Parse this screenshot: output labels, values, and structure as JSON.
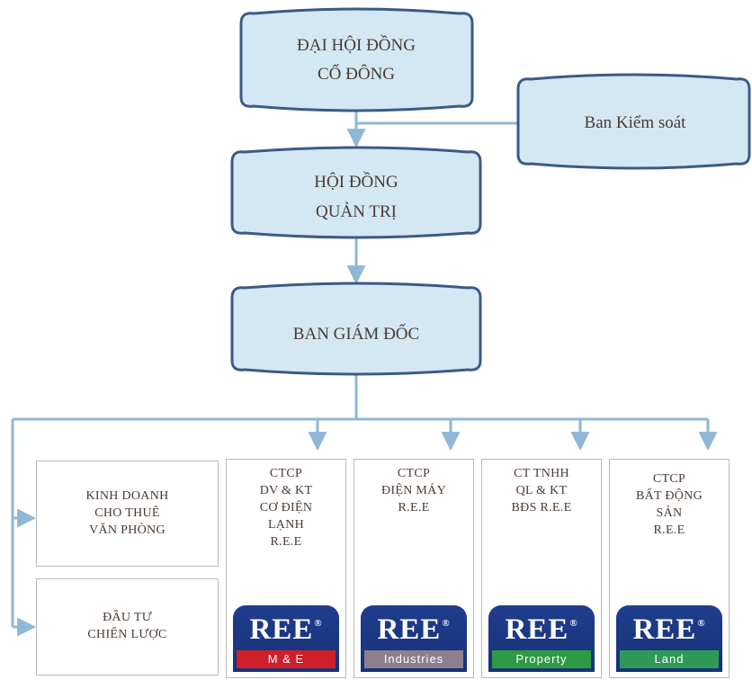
{
  "top_box": {
    "lines": [
      "ĐẠI HỘI ĐỒNG",
      "CỔ ĐÔNG"
    ]
  },
  "supervisory": {
    "label": "Ban Kiểm soát"
  },
  "board": {
    "lines": [
      "HỘI ĐỒNG",
      "QUẢN TRỊ"
    ]
  },
  "management": {
    "label": "BAN GIÁM ĐỐC"
  },
  "side_units": [
    {
      "lines": [
        "KINH DOANH",
        "CHO THUÊ",
        "VĂN PHÒNG"
      ]
    },
    {
      "lines": [
        "ĐẦU TƯ",
        "CHIẾN LƯỢC"
      ]
    }
  ],
  "subsidiaries": [
    {
      "lines": [
        "CTCP",
        "DV & KT",
        "CƠ ĐIỆN",
        "LẠNH",
        "R.E.E"
      ],
      "logo_text": "REE",
      "logo_mark": "®",
      "band_label": "M & E",
      "band_color": "#cf1f2a"
    },
    {
      "lines": [
        "CTCP",
        "ĐIỆN MÁY",
        "R.E.E"
      ],
      "logo_text": "REE",
      "logo_mark": "®",
      "band_label": "Industries",
      "band_color": "#8d7f8e"
    },
    {
      "lines": [
        "CT TNHH",
        "QL & KT",
        "BĐS R.E.E"
      ],
      "logo_text": "REE",
      "logo_mark": "®",
      "band_label": "Property",
      "band_color": "#2e9a45"
    },
    {
      "lines": [
        "CTCP",
        "BẤT ĐỘNG",
        "SẢN",
        "R.E.E"
      ],
      "logo_text": "REE",
      "logo_mark": "®",
      "band_label": "Land",
      "band_color": "#2f9a58"
    }
  ],
  "colors": {
    "banner_fill": "#d4e8f4",
    "banner_stroke": "#3c5a86",
    "connector": "#8fb7d6",
    "text": "#4a3b32",
    "logo_blue": "#1f3d8d"
  }
}
